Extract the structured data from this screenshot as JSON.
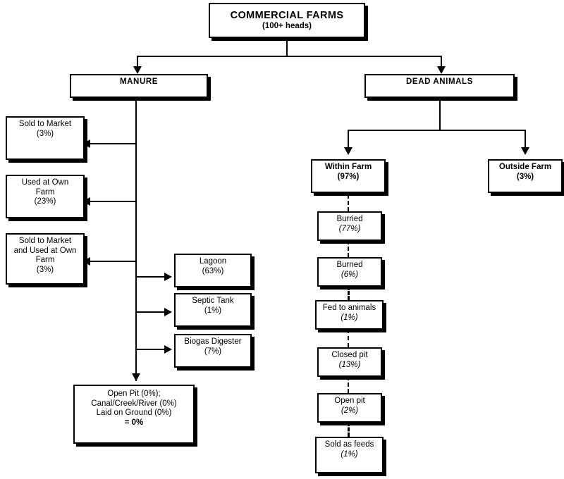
{
  "diagram": {
    "title": "Commercial farms manure and dead animal disposal flowchart",
    "root": {
      "label": "COMMERCIAL FARMS",
      "sublabel": "(100+ heads)"
    },
    "branches": {
      "manure": {
        "label": "MANURE"
      },
      "dead_animals": {
        "label": "DEAD ANIMALS"
      }
    },
    "manure_outputs_left": [
      {
        "lines": [
          "Sold to Market",
          "(3%)"
        ]
      },
      {
        "lines": [
          "Used at Own",
          "Farm",
          "(23%)"
        ]
      },
      {
        "lines": [
          "Sold to Market",
          "and Used at Own",
          "Farm",
          "(3%)"
        ]
      }
    ],
    "manure_outputs_right": [
      {
        "label": "Lagoon",
        "value": "(63%)"
      },
      {
        "label": "Septic Tank",
        "value": "(1%)"
      },
      {
        "label": "Biogas Digester",
        "value": "(7%)"
      }
    ],
    "manure_terminal": {
      "lines": [
        "Open Pit (0%);",
        "Canal/Creek/River (0%)",
        "Laid on Ground (0%)"
      ],
      "total": "= 0%"
    },
    "dead_animal_destinations": [
      {
        "label": "Within Farm",
        "value": "(97%)"
      },
      {
        "label": "Outside Farm",
        "value": "(3%)"
      }
    ],
    "within_farm_methods": [
      {
        "label": "Burried",
        "value": "(77%)"
      },
      {
        "label": "Burned",
        "value": "(6%)"
      },
      {
        "label": "Fed to animals",
        "value": "(1%)"
      },
      {
        "label": "Closed pit",
        "value": "(13%)"
      },
      {
        "label": "Open pit",
        "value": "(2%)"
      },
      {
        "label": "Sold as feeds",
        "value": "(1%)"
      }
    ]
  },
  "colors": {
    "line": "#000000",
    "box_fill": "#ffffff",
    "text": "#000000"
  }
}
